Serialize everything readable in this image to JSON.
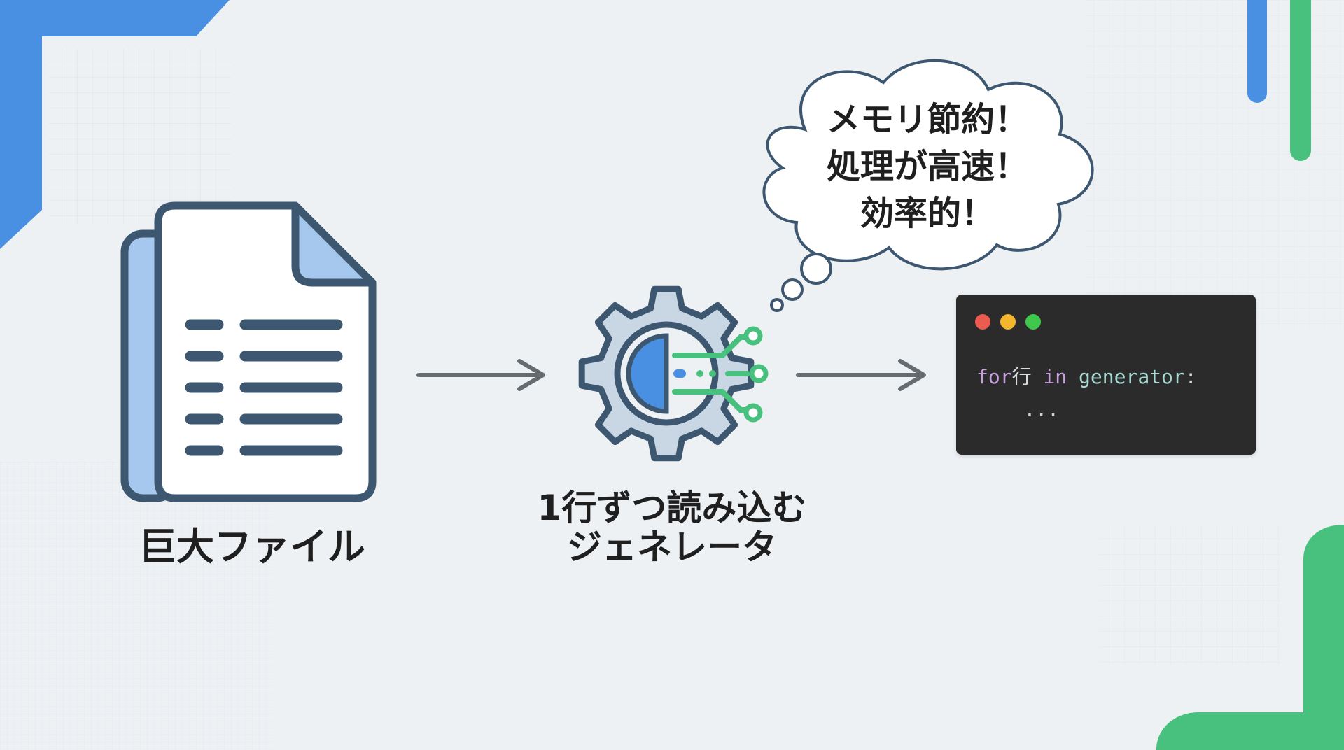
{
  "colors": {
    "background": "#eef1f4",
    "accent_blue": "#4a90e2",
    "accent_green": "#48c07e",
    "icon_navy": "#3e5770",
    "icon_lightblue": "#a7c8ee",
    "code_bg": "#2b2b2b"
  },
  "icons": {
    "file": "document-icon",
    "generator": "gear-circuit-icon",
    "thought": "thought-bubble",
    "window": "code-window"
  },
  "file": {
    "label_lines": [
      "巨大ファイル"
    ]
  },
  "generator": {
    "label_lines": [
      "1行ずつ読み込む",
      "ジェネレータ"
    ]
  },
  "thought": {
    "lines": [
      "メモリ節約！",
      "処理が高速！",
      "効率的！"
    ]
  },
  "code": {
    "line1": {
      "kw": "for",
      "var": "行",
      "in": "in",
      "name": "generator",
      "colon": ":"
    },
    "line2": "..."
  }
}
